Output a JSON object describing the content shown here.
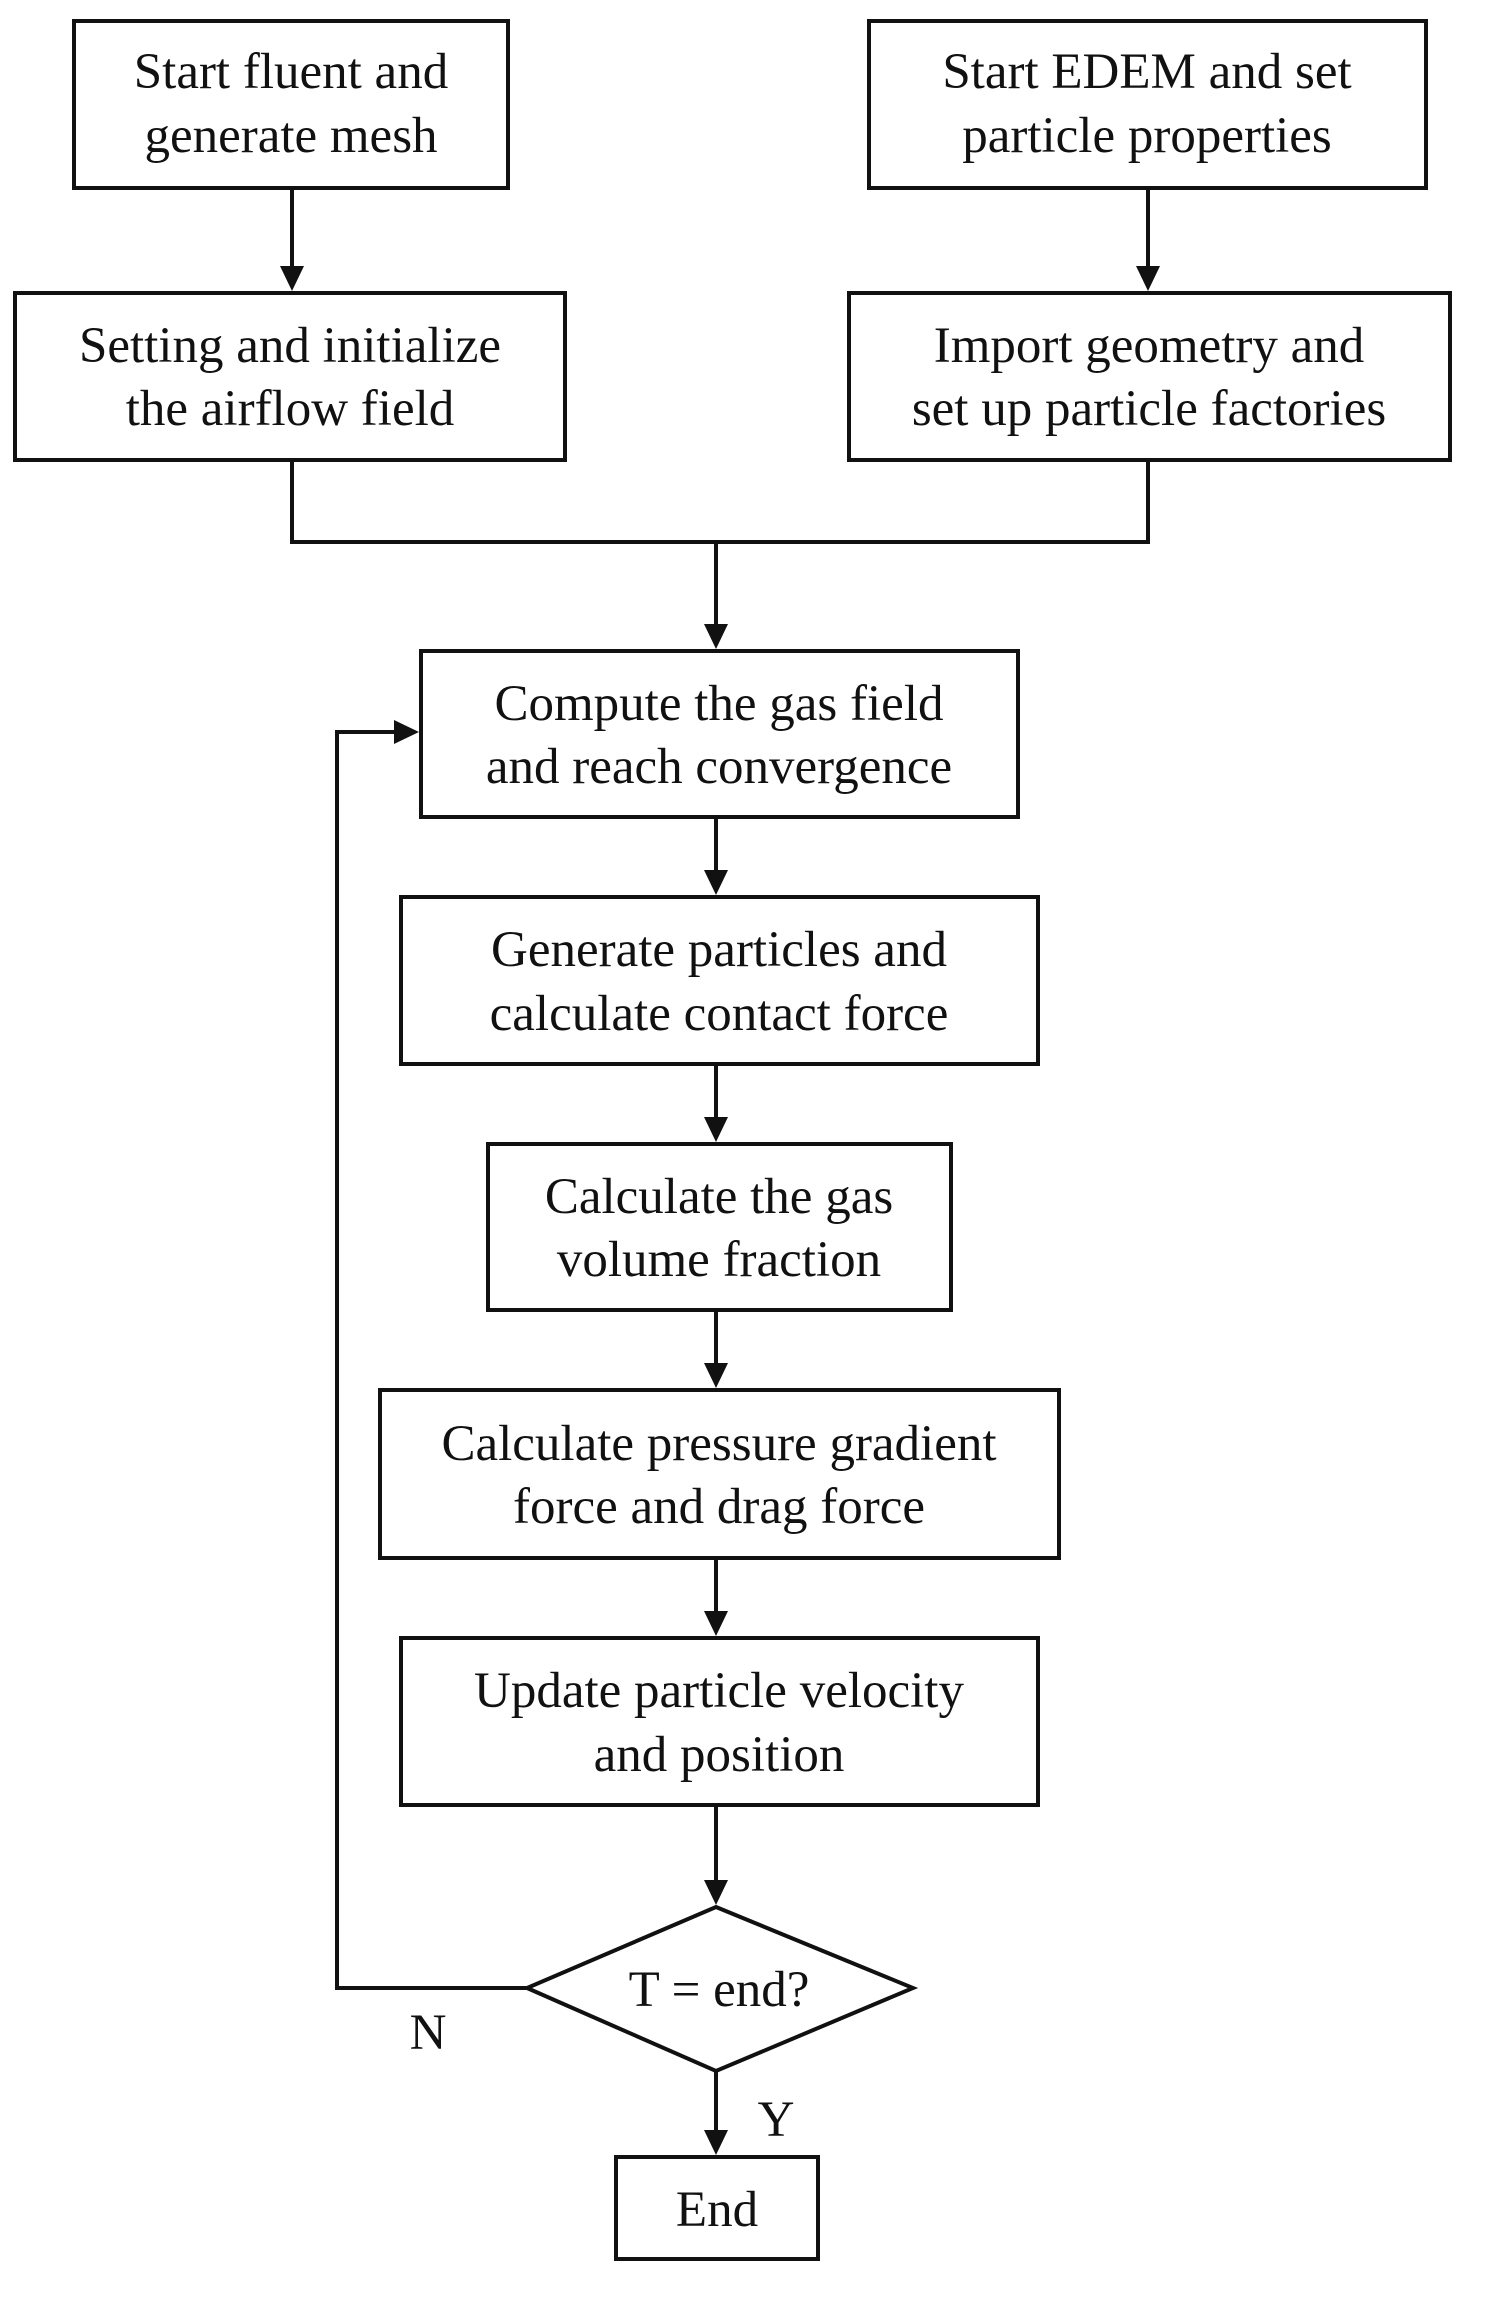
{
  "flowchart": {
    "nodes": {
      "start_fluent": [
        "Start fluent and",
        "generate mesh"
      ],
      "start_edem": [
        "Start EDEM and set",
        "particle properties"
      ],
      "init_airflow": [
        "Setting and initialize",
        "the airflow field"
      ],
      "import_geometry": [
        "Import geometry and",
        "set up particle factories"
      ],
      "compute_gas": [
        "Compute the gas field",
        "and reach convergence"
      ],
      "generate_particles": [
        "Generate particles and",
        "calculate contact force"
      ],
      "calc_volume_fraction": [
        "Calculate the gas",
        "volume fraction"
      ],
      "calc_pressure": [
        "Calculate pressure gradient",
        "force and drag force"
      ],
      "update_particle": [
        "Update particle velocity",
        "and position"
      ],
      "decision": "T = end?",
      "end": "End"
    },
    "branch_labels": {
      "no": "N",
      "yes": "Y"
    }
  }
}
